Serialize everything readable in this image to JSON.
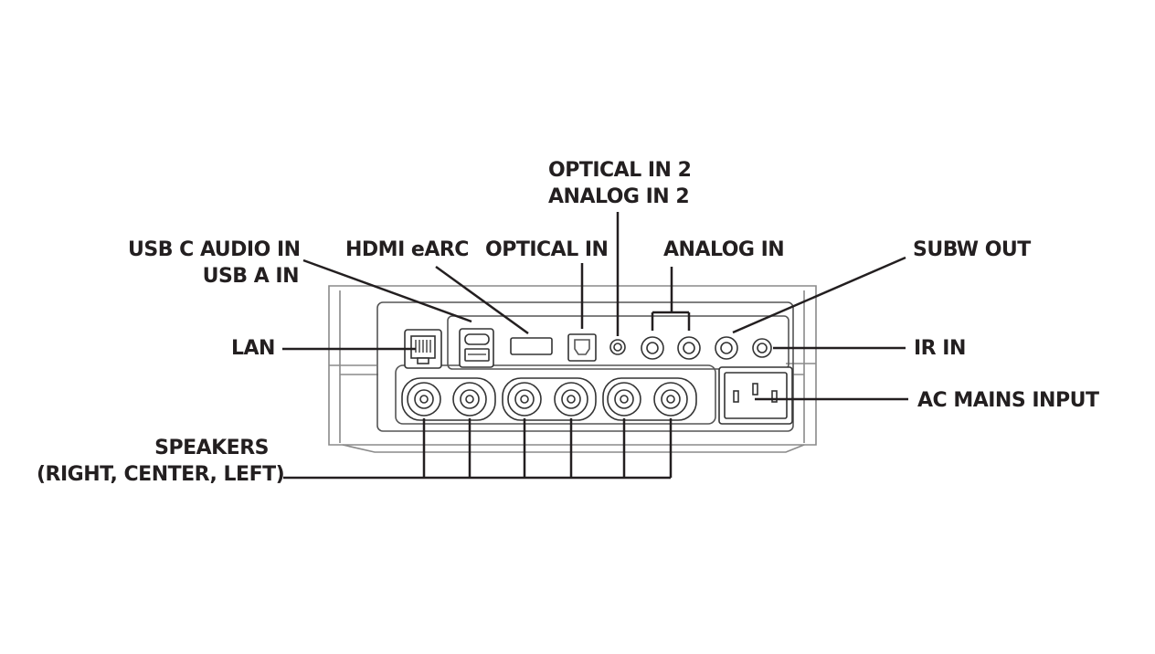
{
  "labels": {
    "optical_in_2": "OPTICAL IN 2",
    "analog_in_2": "ANALOG IN 2",
    "usb_c_audio_in": "USB C AUDIO IN",
    "usb_a_in": "USB A IN",
    "hdmi_earc": "HDMI eARC",
    "optical_in": "OPTICAL IN",
    "analog_in": "ANALOG IN",
    "subw_out": "SUBW OUT",
    "lan": "LAN",
    "ir_in": "IR IN",
    "ac_mains_input": "AC MAINS INPUT",
    "speakers": "SPEAKERS",
    "speakers_channels": "(RIGHT, CENTER, LEFT)"
  },
  "colors": {
    "ink": "#231f20",
    "device_outline": "#8a8a8a"
  }
}
